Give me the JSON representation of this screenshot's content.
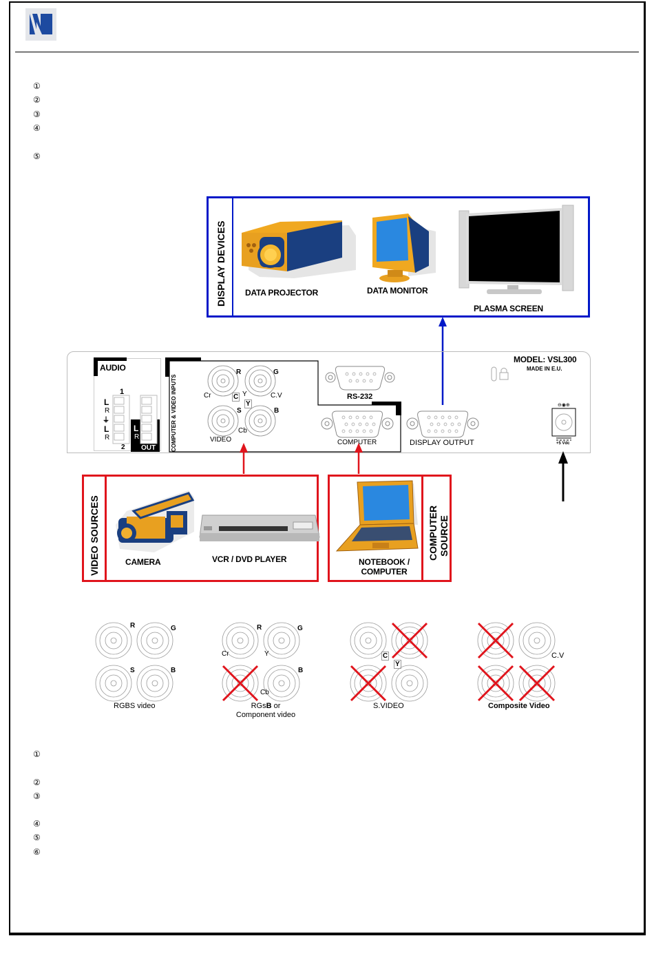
{
  "header": {
    "logo_icon": "brand-logo-icon"
  },
  "top_list": {
    "markers": [
      "①",
      "②",
      "③",
      "④",
      "⑤"
    ]
  },
  "display_devices": {
    "group_label": "DISPLAY DEVICES",
    "items": [
      "DATA PROJECTOR",
      "DATA MONITOR",
      "PLASMA SCREEN"
    ],
    "border_color": "#0018c8"
  },
  "rear_panel": {
    "model": "MODEL: VSL300",
    "made_in": "MADE IN E.U.",
    "audio": {
      "title": "AUDIO",
      "input_1": "1",
      "input_2": "2",
      "pins": [
        "L",
        "R",
        "⏚",
        "L",
        "R"
      ],
      "out_pins": [
        "L",
        "R"
      ],
      "out_label": "OUT"
    },
    "inputs_title": "COMPUTER & VIDEO INPUTS",
    "bnc_labels": {
      "r": "R",
      "g": "G",
      "s": "S",
      "b": "B",
      "cr": "Cr",
      "y_top": "Y",
      "cv": "C.V",
      "c": "C",
      "y": "Y",
      "cb": "Cb",
      "video": "VIDEO"
    },
    "rs232": "RS-232",
    "computer": "COMPUTER",
    "display_output": "DISPLAY OUTPUT",
    "power": "+5 Vdc"
  },
  "video_sources": {
    "group_label": "VIDEO SOURCES",
    "items": [
      "CAMERA",
      "VCR / DVD PLAYER"
    ],
    "border_color": "#e0141c"
  },
  "computer_source": {
    "group_label_line1": "COMPUTER",
    "group_label_line2": "SOURCE",
    "item_line1": "NOTEBOOK /",
    "item_line2": "COMPUTER"
  },
  "connection_modes": [
    {
      "caption_html": "RGBS video",
      "labels": [
        "R",
        "G",
        "S",
        "B"
      ],
      "crossed": []
    },
    {
      "caption_line1_a": "RGs",
      "caption_line1_b": "B",
      "caption_line1_c": " or",
      "caption_line2": "Component video",
      "labels": [
        "R",
        "G",
        "Cr",
        "Y",
        "B",
        "Cb"
      ],
      "crossed": [
        "S"
      ]
    },
    {
      "caption_html": "S.VIDEO",
      "labels": [
        "C",
        "Y"
      ],
      "crossed": [
        "G",
        "S"
      ]
    },
    {
      "caption_html": "Composite Video",
      "labels": [
        "C.V"
      ],
      "crossed": [
        "R",
        "S",
        "B"
      ]
    }
  ],
  "bottom_list": {
    "markers": [
      "①",
      "②",
      "③",
      "④",
      "⑤",
      "⑥"
    ]
  }
}
